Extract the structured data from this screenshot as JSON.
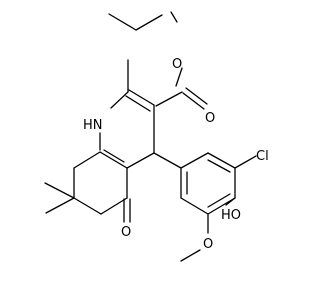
{
  "molecule": {
    "atom_labels": {
      "nh": "HN",
      "cl": "Cl",
      "oh": "HO",
      "ester_o_single": "O",
      "ester_o_double": "O",
      "ketone_o": "O",
      "methoxy_o": "O"
    },
    "colors": {
      "bond": "#000000",
      "label": "#000000",
      "background": "#ffffff"
    }
  }
}
